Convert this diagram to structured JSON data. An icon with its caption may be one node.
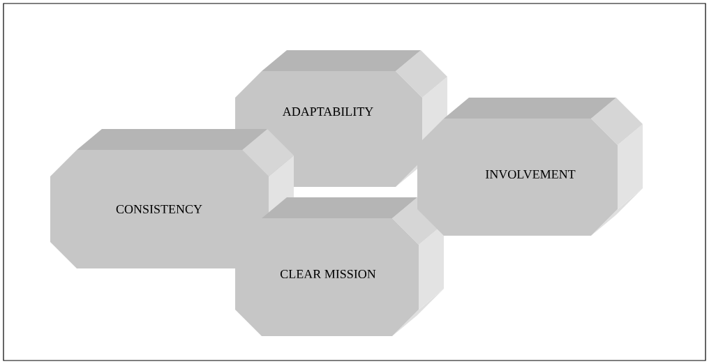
{
  "diagram": {
    "nodes": [
      {
        "text": [
          "ADAPTABILITY"
        ]
      },
      {
        "text": [
          "CONSISTENCY"
        ]
      },
      {
        "text": [
          "CLEAR MISSION"
        ]
      },
      {
        "text": [
          "INVOLVEMENT"
        ]
      }
    ]
  }
}
